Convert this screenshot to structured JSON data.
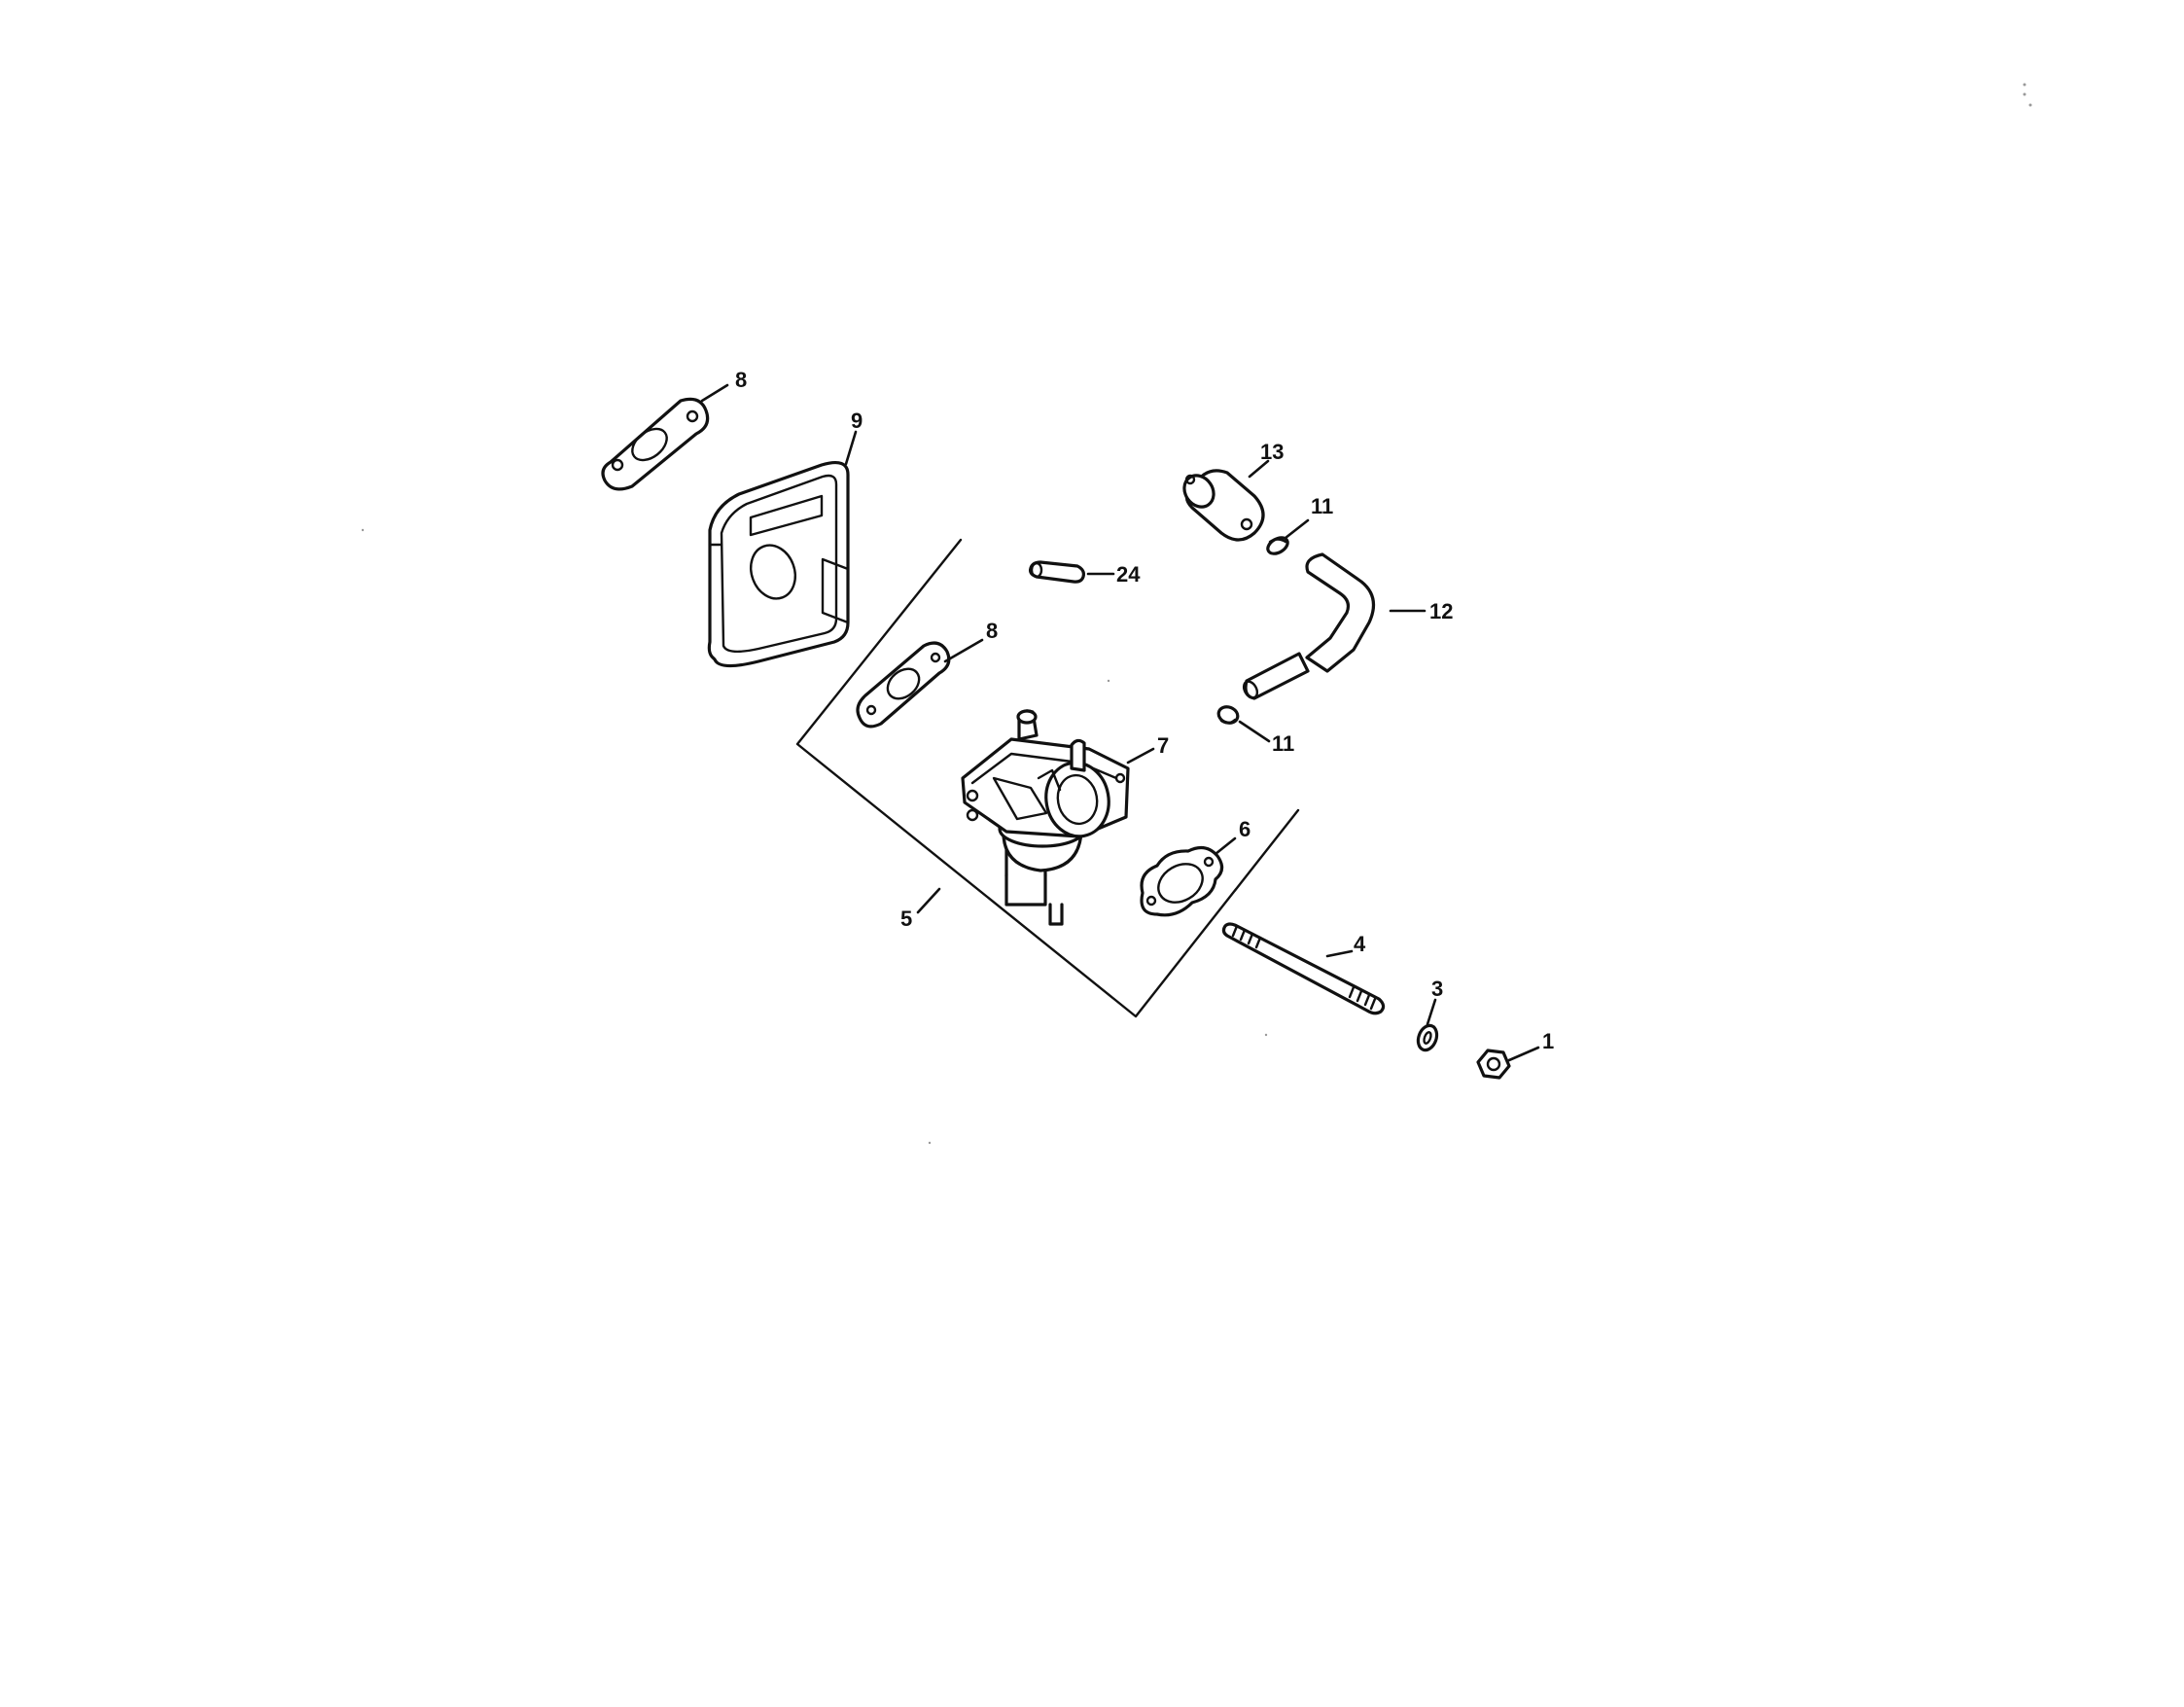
{
  "callouts": {
    "c1": "1",
    "c3": "3",
    "c4": "4",
    "c5": "5",
    "c6": "6",
    "c7": "7",
    "c8a": "8",
    "c8b": "8",
    "c9": "9",
    "c11a": "11",
    "c11b": "11",
    "c12": "12",
    "c13": "13",
    "c24": "24"
  },
  "colors": {
    "ink": "#111111",
    "paper": "#ffffff"
  }
}
